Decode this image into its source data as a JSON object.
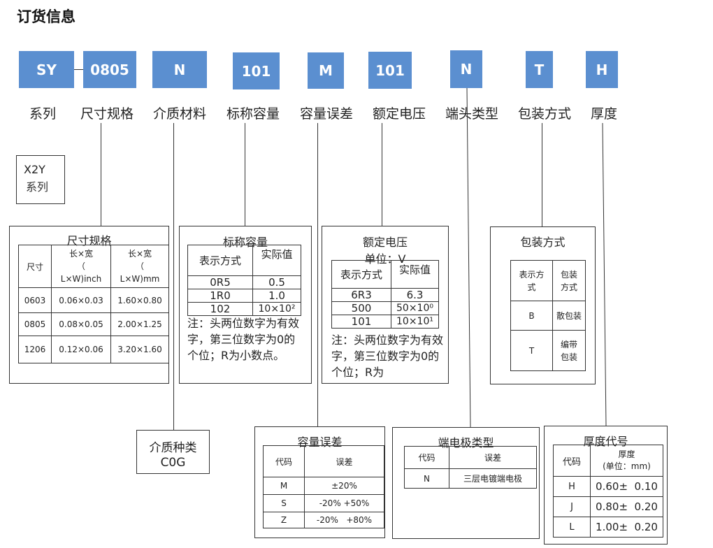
{
  "title": "订货信息",
  "codes": [
    "SY",
    "0805",
    "N",
    "101",
    "M",
    "101",
    "N",
    "T",
    "H"
  ],
  "categories": [
    "系列",
    "尺寸规格",
    "介质材料",
    "标称容量",
    "容量误差",
    "额定电压",
    "端头类型",
    "包装方式",
    "厚度"
  ],
  "series_box": {
    "line1": "X2Y",
    "line2": "系列"
  },
  "size_table": {
    "title": "尺寸规格",
    "headers": [
      "尺寸",
      "长×宽\n（\nL×W)inch",
      "长×宽\n（\nL×W)mm"
    ],
    "rows": [
      [
        "0603",
        "0.06×0.03",
        "1.60×0.80"
      ],
      [
        "0805",
        "0.08×0.05",
        "2.00×1.25"
      ],
      [
        "1206",
        "0.12×0.06",
        "3.20×1.60"
      ]
    ]
  },
  "dielectric_box": {
    "line1": "介质种类",
    "line2": "C0G"
  },
  "capacitance_table": {
    "title": "标称容量",
    "headers": [
      "表示方式",
      "实际值"
    ],
    "rows": [
      [
        "0R5",
        "0.5"
      ],
      [
        "1R0",
        "1.0"
      ],
      [
        "102",
        "10×10²"
      ]
    ],
    "note": "注：头两位数字为有效字，第三位数字为0的个位；R为小数点。"
  },
  "voltage_table": {
    "title": "额定电压",
    "subtitle": "单位：V",
    "headers": [
      "表示方式",
      "实际值"
    ],
    "rows": [
      [
        "6R3",
        "6.3"
      ],
      [
        "500",
        "50×10⁰"
      ],
      [
        "101",
        "10×10¹"
      ]
    ],
    "note": "注：头两位数字为有效字，第三位数字为0的个位；R为"
  },
  "packaging_table": {
    "title": "包装方式",
    "headers": [
      "表示方式",
      "包装方式"
    ],
    "rows": [
      [
        "B",
        "散包装"
      ],
      [
        "T",
        "编带包装"
      ]
    ]
  },
  "tolerance_table": {
    "title": "容量误差",
    "headers": [
      "代码",
      "误差"
    ],
    "rows": [
      [
        "M",
        "±20%"
      ],
      [
        "S",
        "-20% +50%"
      ],
      [
        "Z",
        "-20%   +80%"
      ]
    ]
  },
  "termination_table": {
    "title": "端电极类型",
    "headers": [
      "代码",
      "误差"
    ],
    "rows": [
      [
        "N",
        "三层电镀端电极"
      ]
    ]
  },
  "thickness_table": {
    "title": "厚度代号",
    "headers": [
      "代码",
      "厚度\n(单位：mm)"
    ],
    "rows": [
      [
        "H",
        "0.60±  0.10"
      ],
      [
        "J",
        "0.80±  0.20"
      ],
      [
        "L",
        "1.00±  0.20"
      ]
    ]
  }
}
